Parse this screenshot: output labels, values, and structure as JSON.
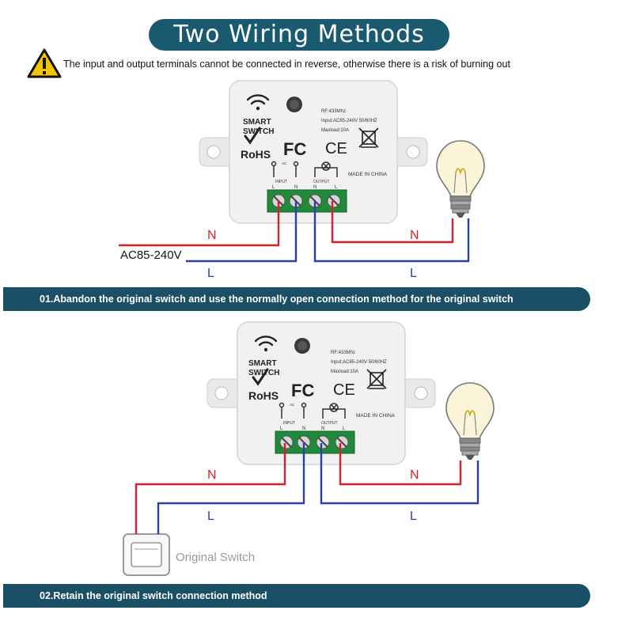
{
  "title": "Two Wiring Methods",
  "warning": "The input and output terminals cannot be connected in reverse, otherwise there is a risk of burning out",
  "device": {
    "brand_line1": "SMART",
    "brand_line2": "SWITCH",
    "spec_rf": "RF:433Mhz",
    "spec_input": "Input:AC85-240V 50/60HZ",
    "spec_load": "Maxload:10A",
    "rohs": "RoHS",
    "fc": "FC",
    "ce": "CE",
    "made_in": "MADE IN CHINA",
    "input_label": "INPUT",
    "output_label": "OUTPUT",
    "ac_label": "AC",
    "terminal_labels": [
      "L",
      "N",
      "N",
      "L"
    ]
  },
  "diagram1": {
    "wire_n_left": "N",
    "wire_l_left": "L",
    "wire_n_right": "N",
    "wire_l_right": "L",
    "voltage": "AC85-240V"
  },
  "diagram2": {
    "wire_n_left": "N",
    "wire_l_left": "L",
    "wire_n_right": "N",
    "wire_l_right": "L",
    "switch_label": "Original Switch"
  },
  "banners": {
    "method1": "01.Abandon the original switch and use the normally open connection method for the original switch",
    "method2": "02.Retain the original switch connection method"
  },
  "colors": {
    "red_wire": "#d8202a",
    "blue_wire": "#2a3fa8",
    "banner": "#1a4f66",
    "terminal_green": "#1f8a3a"
  }
}
